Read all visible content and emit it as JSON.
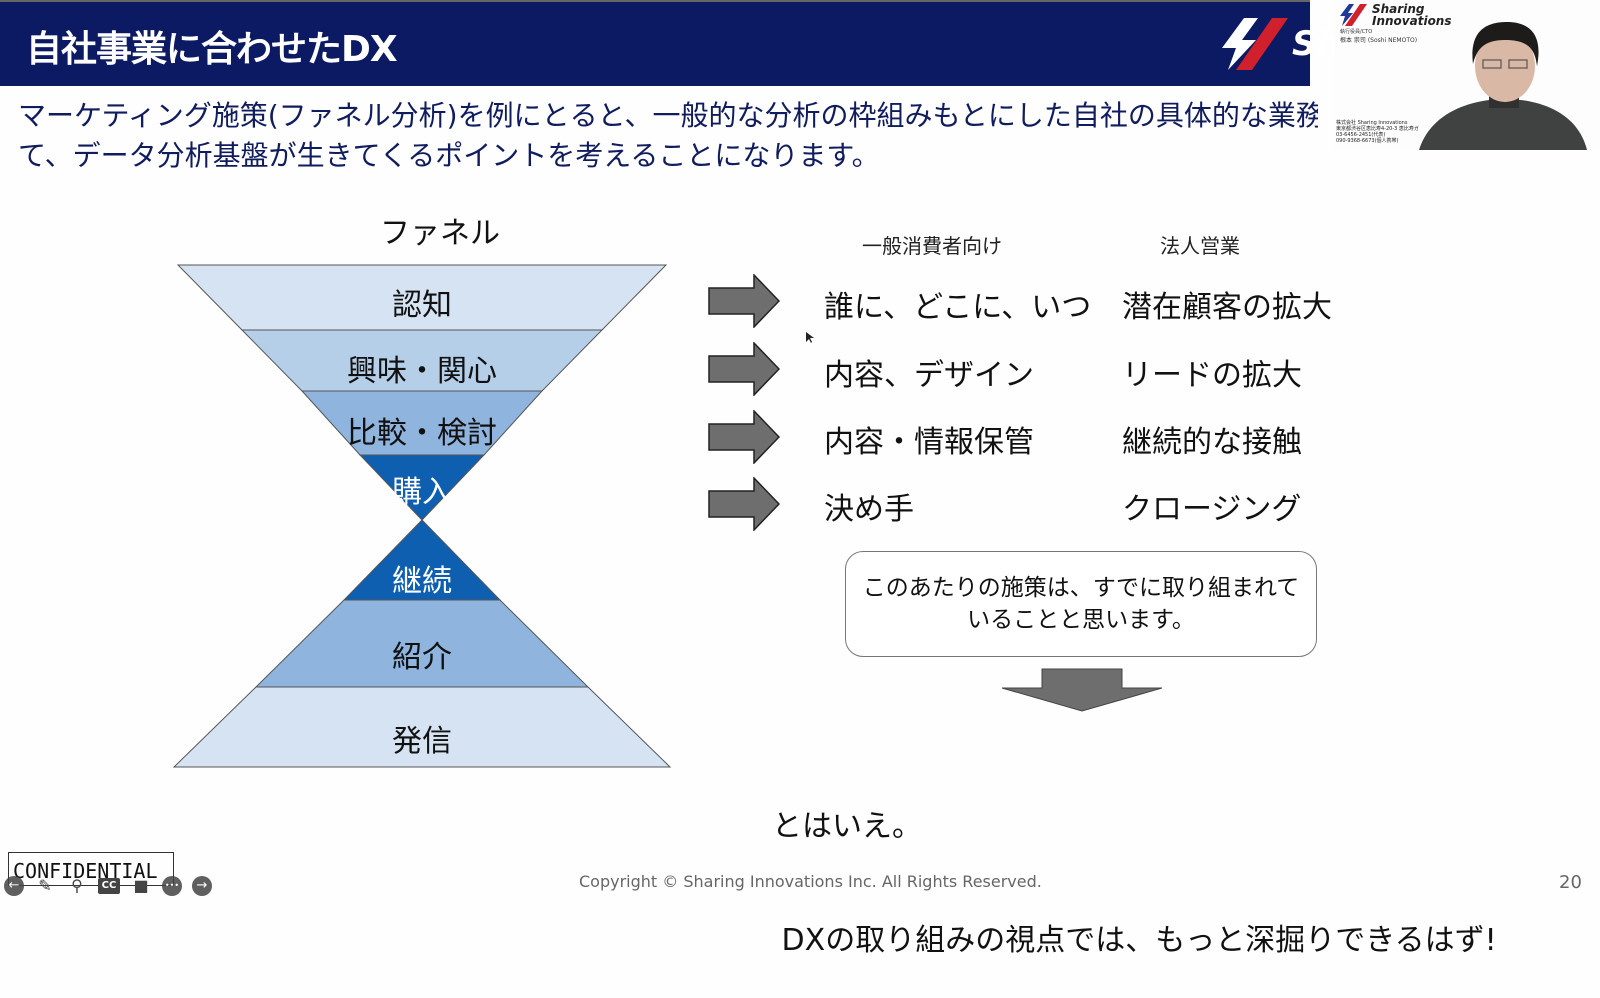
{
  "header": {
    "title": "自社事業に合わせたDX",
    "logo_text": "Sh"
  },
  "intro": {
    "line1": "マーケティング施策(ファネル分析)を例にとると、一般的な分析の枠組みもとにした自社の具体的な業務",
    "line2": "て、データ分析基盤が生きてくるポイントを考えることになります。"
  },
  "funnel": {
    "title": "ファネル",
    "upper_stages": [
      {
        "label": "認知",
        "color": "#d6e3f3"
      },
      {
        "label": "興味・関心",
        "color": "#b6cfe9"
      },
      {
        "label": "比較・検討",
        "color": "#8fb4dd"
      },
      {
        "label": "購入",
        "color": "#0e5fb0"
      }
    ],
    "lower_stages": [
      {
        "label": "継続",
        "color": "#0e5fb0"
      },
      {
        "label": "紹介",
        "color": "#8fb4dd"
      },
      {
        "label": "発信",
        "color": "#d6e3f3"
      }
    ]
  },
  "columns": {
    "consumer_header": "一般消費者向け",
    "business_header": "法人営業"
  },
  "rows": [
    {
      "consumer": "誰に、どこに、いつ",
      "business": "潜在顧客の拡大"
    },
    {
      "consumer": "内容、デザイン",
      "business": "リードの拡大"
    },
    {
      "consumer": "内容・情報保管",
      "business": "継続的な接触"
    },
    {
      "consumer": "決め手",
      "business": "クロージング"
    }
  ],
  "callout": {
    "line1": "このあたりの施策は、すでに取り組まれて",
    "line2": "いることと思います。"
  },
  "conclusion": {
    "line1": "とはいえ。",
    "line2": " DXの取り組みの視点では、もっと深掘りできるはず!"
  },
  "webcam": {
    "logo_line1": "Sharing",
    "logo_line2": "Innovations",
    "role": "執行役員/CTO",
    "name": "根本 崇司 (Soshi NEMOTO)",
    "company": "株式会社 Sharing Innovations",
    "address": "東京都渋谷区恵比寿4-20-3 恵比寿ガ",
    "phone_main": "03-6456-2451(代表)",
    "phone_mobile": "090-9368-6673(個人携帯)"
  },
  "footer": {
    "confidential": "CONFIDENTIAL",
    "copyright": "Copyright © Sharing Innovations Inc. All Rights Reserved.",
    "page_number": "20"
  },
  "toolbar": {
    "prev": "←",
    "pen": "✎",
    "zoom": "⚲",
    "cc": "CC",
    "video": "■",
    "more": "•••",
    "next": "→"
  },
  "colors": {
    "header_bg": "#0b1a63",
    "brand_red": "#d0202c",
    "arrow_gray": "#6e6e6e"
  }
}
